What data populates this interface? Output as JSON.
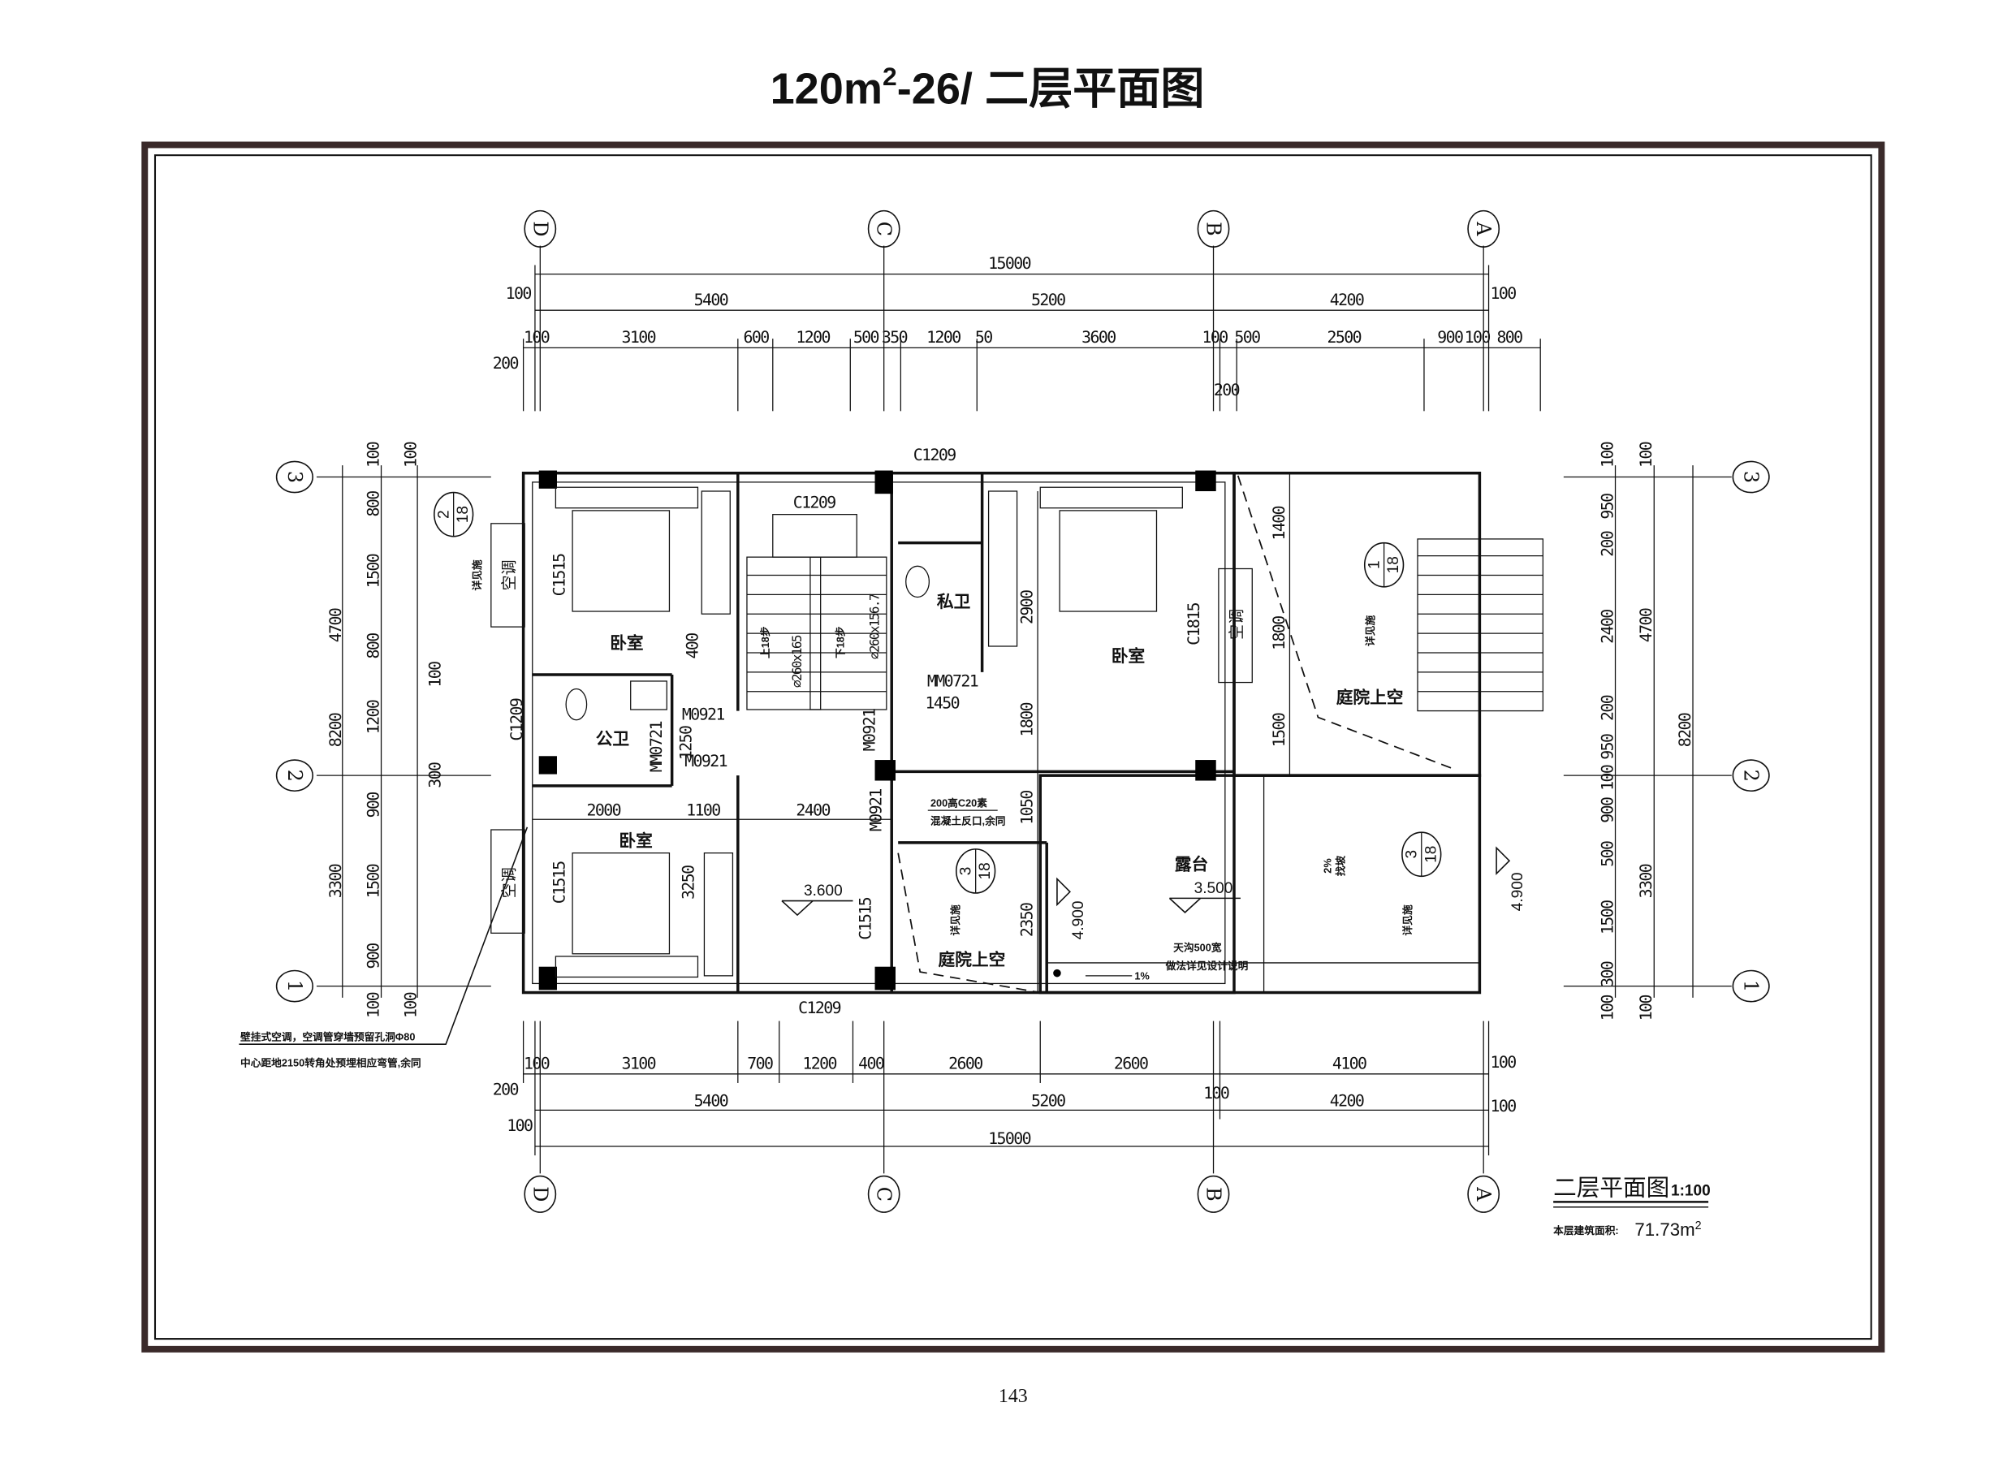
{
  "title": {
    "main": "120m",
    "sup": "2",
    "rest": "-26/ 二层平面图"
  },
  "page_number": "143",
  "axes": {
    "cols": [
      "D",
      "C",
      "B",
      "A"
    ],
    "rows": [
      "3",
      "2",
      "1"
    ]
  },
  "dims_top": {
    "total": "15000",
    "mid": [
      "5400",
      "5200",
      "4200"
    ],
    "side": [
      "100",
      "100",
      "200",
      "200"
    ],
    "seg": [
      "100",
      "3100",
      "600",
      "1200",
      "500",
      "350",
      "1200",
      "50",
      "3600",
      "100",
      "500",
      "2500",
      "900",
      "100",
      "800"
    ]
  },
  "dims_bottom": {
    "total": "15000",
    "mid": [
      "5400",
      "5200",
      "4200"
    ],
    "side": [
      "200",
      "100",
      "100",
      "100",
      "100"
    ],
    "seg": [
      "100",
      "3100",
      "700",
      "1200",
      "400",
      "2600",
      "2600",
      "4100"
    ]
  },
  "dims_left": {
    "outer": [
      "4700",
      "8200",
      "3300"
    ],
    "mid": [
      "100",
      "800",
      "1500",
      "800",
      "1200",
      "900",
      "1500",
      "900",
      "100"
    ],
    "inner": [
      "100",
      "100",
      "300",
      "100"
    ]
  },
  "dims_right": {
    "inner": [
      "100",
      "950",
      "200",
      "2400",
      "200",
      "950",
      "100",
      "900",
      "500",
      "1500",
      "300",
      "100"
    ],
    "mid": [
      "100",
      "4700",
      "3300",
      "100"
    ],
    "outer": [
      "8200"
    ]
  },
  "rooms": {
    "bedroom": "卧室",
    "public_bath": "公卫",
    "private_bath": "私卫",
    "courtyard_void": "庭院上空",
    "terrace": "露台"
  },
  "elevations": {
    "stair_hall": "3.600",
    "terrace": "3.500",
    "parapet": "4.900"
  },
  "openings": {
    "c1209": "C1209",
    "c1515": "C1515",
    "c1815": "C1815",
    "m0921": "M0921",
    "mm0721": "MM0721"
  },
  "inner_dims": {
    "d1450": "1450",
    "d400": "400",
    "d1250": "1250",
    "d2000": "2000",
    "d1100": "1100",
    "d2400": "2400",
    "d3250": "3250",
    "d2900": "2900",
    "d1800": "1800",
    "d1050": "1050",
    "d2350": "2350",
    "d1400": "1400",
    "d1500": "1500"
  },
  "stair": {
    "up": "上18步",
    "up_size": "⌀260x165",
    "down": "下18步",
    "down_size": "⌀260x156.7"
  },
  "notes": {
    "curb_1": "200高C20素",
    "curb_2": "混凝土反口,余同",
    "gutter_1": "天沟500宽",
    "gutter_2": "做法详见设计说明",
    "slope_1": "1%",
    "slope_2": "2%",
    "slope_2_note": "找坡",
    "see_detail": "详见施",
    "ac": "空调",
    "ac_note_1": "壁挂式空调，空调管穿墙预留孔洞Φ80",
    "ac_note_2": "中心距地2150转角处预埋相应弯管,余同"
  },
  "details": [
    {
      "num": "2",
      "sheet": "18"
    },
    {
      "num": "1",
      "sheet": "18"
    },
    {
      "num": "3",
      "sheet": "18"
    },
    {
      "num": "3",
      "sheet": "18"
    }
  ],
  "legend": {
    "name": "二层平面图",
    "scale": "1:100",
    "area_label": "本层建筑面积:",
    "area_value": "71.73m",
    "area_sup": "2"
  }
}
